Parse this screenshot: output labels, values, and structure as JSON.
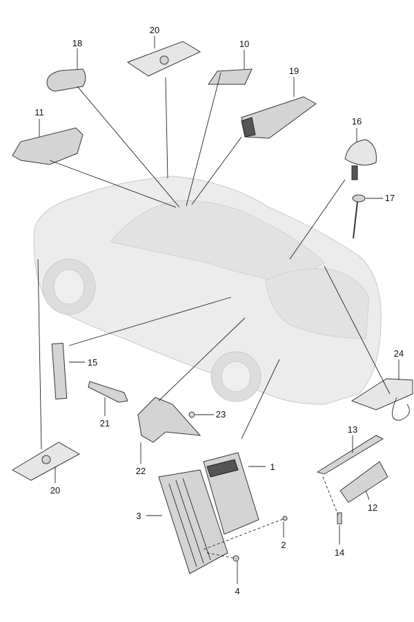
{
  "diagram": {
    "callouts": {
      "c20_top": "20",
      "c18": "18",
      "c10": "10",
      "c19": "19",
      "c11": "11",
      "c16": "16",
      "c17": "17",
      "c15": "15",
      "c24": "24",
      "c21": "21",
      "c23": "23",
      "c13": "13",
      "c22": "22",
      "c1": "1",
      "c20_bottom": "20",
      "c12": "12",
      "c3": "3",
      "c2": "2",
      "c14": "14",
      "c4": "4"
    }
  }
}
